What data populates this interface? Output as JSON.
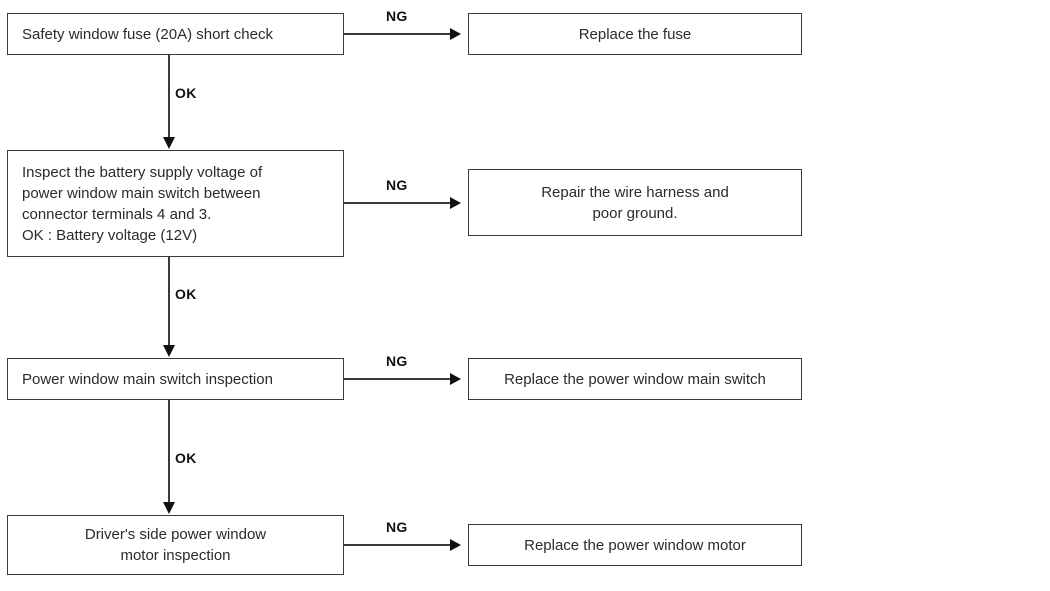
{
  "diagram": {
    "title": "Power window troubleshooting flowchart",
    "colors": {
      "box_border": "#3a3a3a",
      "text": "#2b2b2b",
      "line": "#3a3a3a",
      "arrow": "#111111",
      "background": "#ffffff"
    },
    "steps": [
      {
        "id": "step-1",
        "check_label": "Safety window fuse (20A) short check",
        "fail_branch_label": "NG",
        "fail_action_label": "Replace the fuse",
        "pass_branch_label": "OK"
      },
      {
        "id": "step-2",
        "check_label": "Inspect the battery supply voltage of\npower window main switch between\nconnector terminals 4 and 3.\nOK : Battery voltage (12V)",
        "fail_branch_label": "NG",
        "fail_action_label": "Repair the wire harness and\npoor ground.",
        "pass_branch_label": "OK"
      },
      {
        "id": "step-3",
        "check_label": "Power window main switch inspection",
        "fail_branch_label": "NG",
        "fail_action_label": "Replace the power window main switch",
        "pass_branch_label": "OK"
      },
      {
        "id": "step-4",
        "check_label": "Driver's side power window\nmotor  inspection",
        "fail_branch_label": "NG",
        "fail_action_label": "Replace the power window motor",
        "pass_branch_label": ""
      }
    ]
  }
}
